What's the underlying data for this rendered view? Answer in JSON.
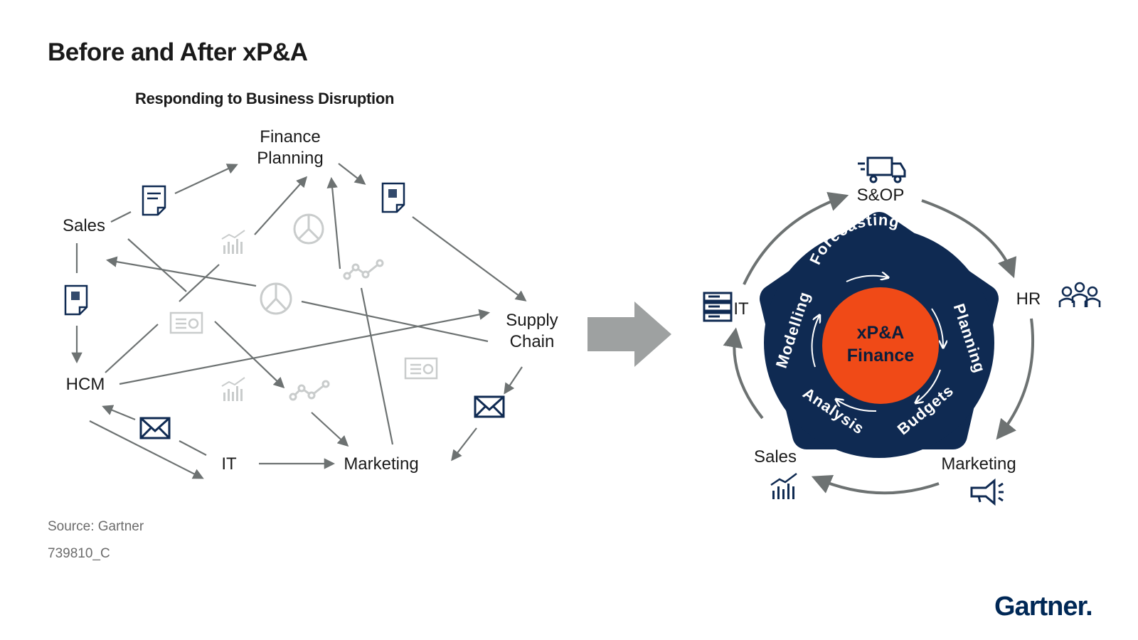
{
  "header": {
    "title": "Before and After xP&A",
    "subtitle": "Responding to Business Disruption"
  },
  "before": {
    "nodes": {
      "finance_planning": [
        "Finance",
        "Planning"
      ],
      "sales": "Sales",
      "supply_chain": [
        "Supply",
        "Chain"
      ],
      "hcm": "HCM",
      "it": "IT",
      "marketing": "Marketing"
    }
  },
  "after": {
    "nodes": {
      "sop": "S&OP",
      "hr": "HR",
      "marketing": "Marketing",
      "sales": "Sales",
      "it": "IT"
    },
    "ring_labels": {
      "forecasting": "Forecasting",
      "planning": "Planning",
      "budgets": "Budgets",
      "analysis": "Analysis",
      "modelling": "Modelling"
    },
    "core": [
      "xP&A",
      "Finance"
    ]
  },
  "footer": {
    "source": "Source: Gartner",
    "doc_id": "739810_C",
    "brand": "Gartner."
  },
  "colors": {
    "navy": "#0f2a52",
    "orange": "#f04a17",
    "arrow_gray": "#6d7272",
    "faded_icon": "#c9cccc",
    "big_arrow": "#9ea1a1"
  },
  "icons": [
    "document-icon",
    "spreadsheet-icon",
    "envelope-icon",
    "bar-chart-icon",
    "pie-chart-icon",
    "line-chart-icon",
    "report-icon",
    "truck-icon",
    "people-icon",
    "megaphone-icon",
    "server-icon"
  ]
}
